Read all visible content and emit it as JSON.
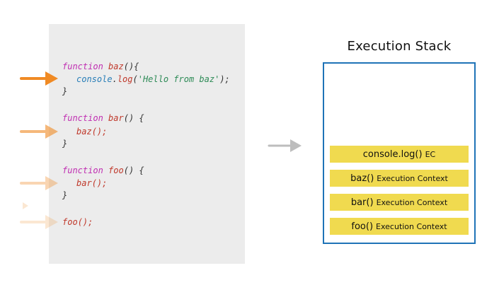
{
  "stack": {
    "title": "Execution Stack",
    "frames": [
      {
        "main": "console.log()",
        "sub": "EC"
      },
      {
        "main": "baz()",
        "sub": "Execution Context"
      },
      {
        "main": "bar()",
        "sub": "Execution Context"
      },
      {
        "main": "foo()",
        "sub": "Execution Context"
      }
    ]
  },
  "code": {
    "baz_kw": "function",
    "baz_name": "baz",
    "baz_paren": "(){",
    "console_obj": "console",
    "console_dot": ".",
    "console_log": "log",
    "console_open": "(",
    "console_str": "'Hello from baz'",
    "console_close": ");",
    "close1": "}",
    "bar_kw": "function",
    "bar_name": "bar",
    "bar_paren": "() {",
    "baz_call": "baz",
    "baz_call_paren": "();",
    "close2": "}",
    "foo_kw": "function",
    "foo_name": "foo",
    "foo_paren": "() {",
    "bar_call": "bar",
    "bar_call_paren": "();",
    "close3": "}",
    "foo_call": "foo",
    "foo_call_paren": "();"
  },
  "colors": {
    "keyword": "#c02fb2",
    "function_name": "#c0392b",
    "object": "#2a7fb8",
    "string": "#2e8b57",
    "frame_fill": "#f0da4f",
    "stack_border": "#1f73b7",
    "code_panel": "#ececec",
    "pointer_arrow": "#f08a24",
    "flow_arrow": "#bdbdbd"
  }
}
